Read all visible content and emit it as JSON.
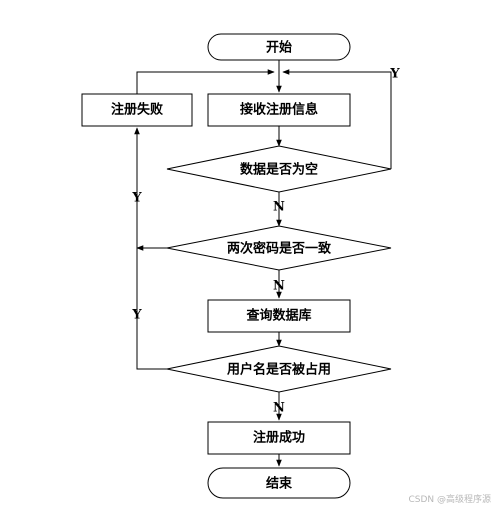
{
  "diagram": {
    "start": "开始",
    "receive": "接收注册信息",
    "fail": "注册失败",
    "check_empty": "数据是否为空",
    "check_password": "两次密码是否一致",
    "query_db": "查询数据库",
    "check_username": "用户名是否被占用",
    "success": "注册成功",
    "end": "结束",
    "edge_labels": {
      "empty_yes": "Y",
      "empty_no": "N",
      "password_yes": "Y",
      "password_no": "N",
      "username_yes": "Y",
      "username_no": "N"
    }
  },
  "watermark": "CSDN @高级程序源"
}
